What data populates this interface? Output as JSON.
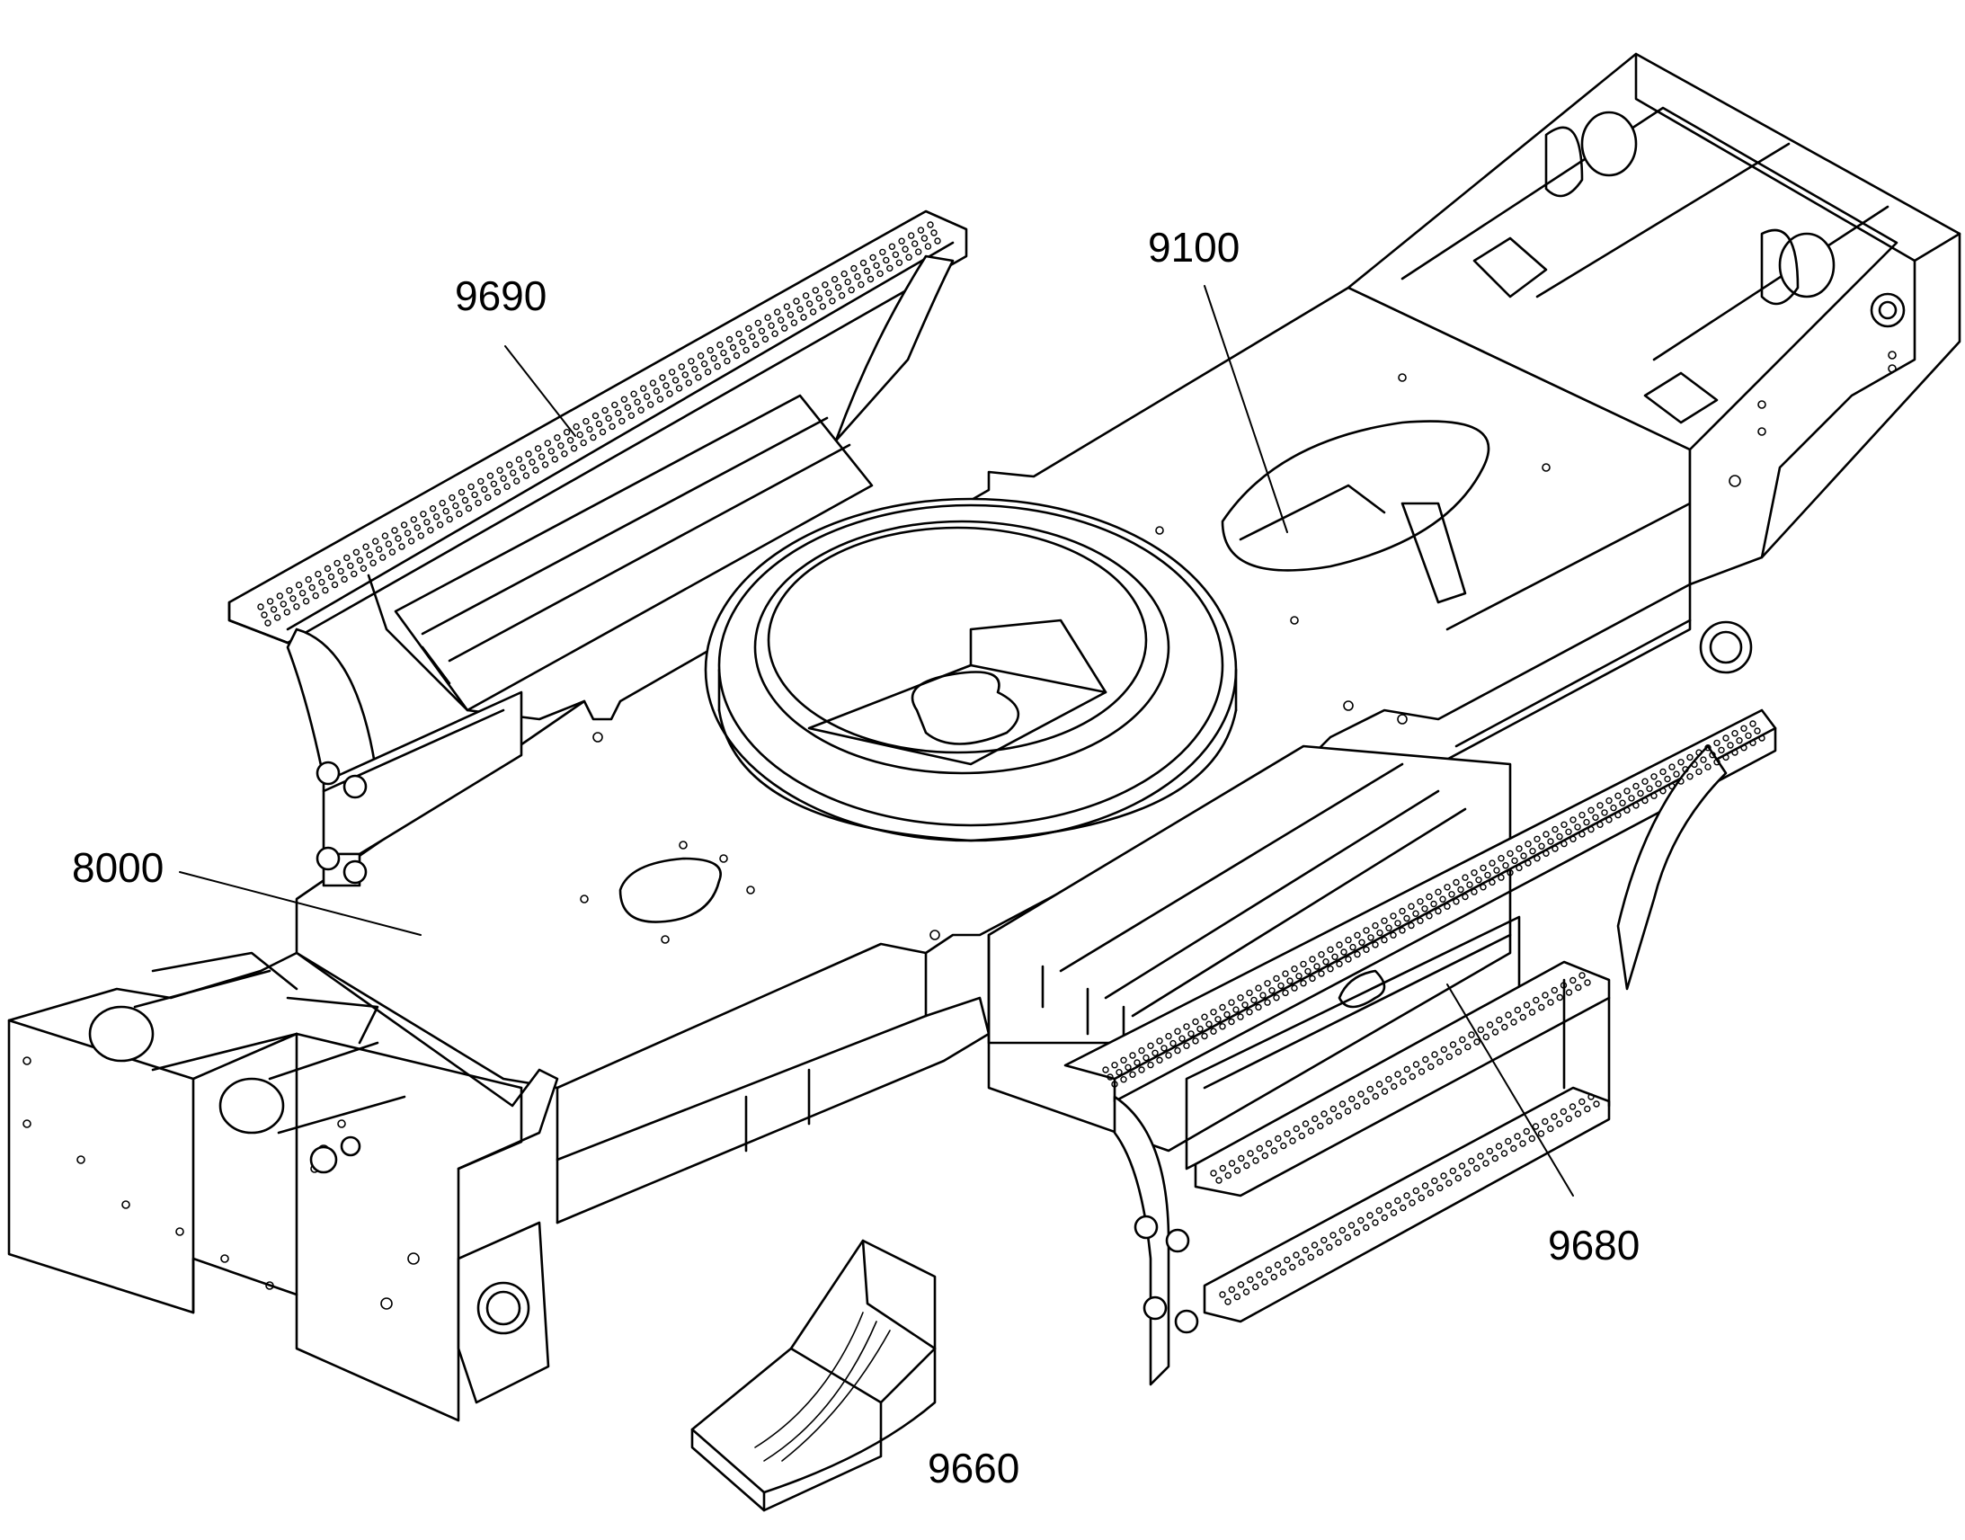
{
  "labels": {
    "part_9690": "9690",
    "part_9100": "9100",
    "part_8000": "8000",
    "part_9680": "9680",
    "part_9660": "9660"
  },
  "colors": {
    "line": "#000000",
    "background": "#ffffff"
  }
}
